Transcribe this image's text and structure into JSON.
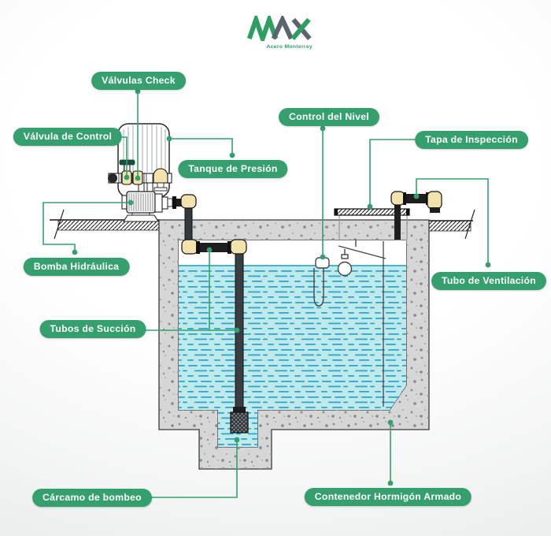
{
  "brand": {
    "name": "MAX",
    "tagline": "Acero Monterrey"
  },
  "diagram": {
    "title_hint": "Hydropneumatic pump and concrete cistern cross-section",
    "labels": [
      {
        "id": "valvulas-check",
        "text": "Válvulas Check"
      },
      {
        "id": "valvula-control",
        "text": "Válvula de Control"
      },
      {
        "id": "tanque-presion",
        "text": "Tanque de Presión"
      },
      {
        "id": "control-nivel",
        "text": "Control del Nivel"
      },
      {
        "id": "tapa-inspeccion",
        "text": "Tapa de Inspección"
      },
      {
        "id": "bomba-hidraulica",
        "text": "Bomba Hidráulica"
      },
      {
        "id": "tubo-ventilacion",
        "text": "Tubo de Ventilación"
      },
      {
        "id": "tubos-succion",
        "text": "Tubos de Succión"
      },
      {
        "id": "carcamo-bombeo",
        "text": "Cárcamo de bombeo"
      },
      {
        "id": "contenedor",
        "text": "Contenedor Hormigón Armado"
      }
    ]
  },
  "colors": {
    "accent_green": "#35A06E",
    "logo_green": "#2F9E63",
    "logo_gray": "#5A646C",
    "water_base": "#BEEAEC",
    "water_dash": "#2FA3CB",
    "concrete": "#D6D6D6",
    "fitting_yellow": "#F2E2AC",
    "pipe_black": "#1E1E1E"
  }
}
